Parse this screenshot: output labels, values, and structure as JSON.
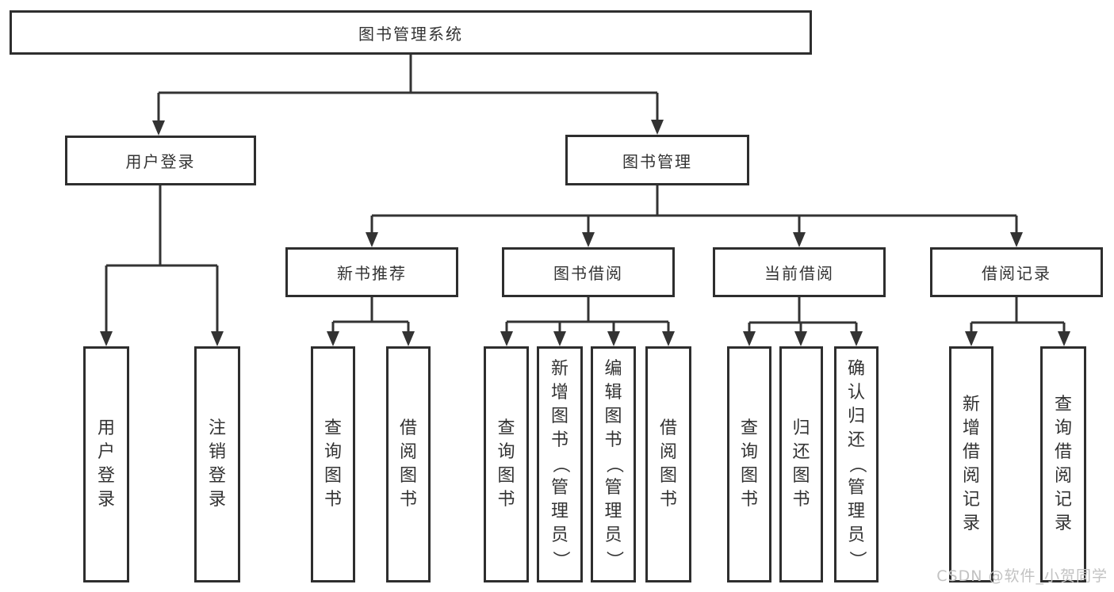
{
  "diagram": {
    "root": {
      "label": "图书管理系统",
      "children": [
        {
          "label": "用户登录",
          "children": [
            {
              "label": "用户登录"
            },
            {
              "label": "注销登录"
            }
          ]
        },
        {
          "label": "图书管理",
          "children": [
            {
              "label": "新书推荐",
              "children": [
                {
                  "label": "查询图书"
                },
                {
                  "label": "借阅图书"
                }
              ]
            },
            {
              "label": "图书借阅",
              "children": [
                {
                  "label": "查询图书"
                },
                {
                  "label": "新增图书（管理员）"
                },
                {
                  "label": "编辑图书（管理员）"
                },
                {
                  "label": "借阅图书"
                }
              ]
            },
            {
              "label": "当前借阅",
              "children": [
                {
                  "label": "查询图书"
                },
                {
                  "label": "归还图书"
                },
                {
                  "label": "确认归还（管理员）"
                }
              ]
            },
            {
              "label": "借阅记录",
              "children": [
                {
                  "label": "新增借阅记录"
                },
                {
                  "label": "查询借阅记录"
                }
              ]
            }
          ]
        }
      ]
    }
  },
  "watermark": {
    "text": "CSDN @软件_小贺同学"
  },
  "colors": {
    "background": "#ffffff",
    "box_border": "#2e2e2e",
    "connector": "#333333",
    "text": "#333333",
    "watermark": "#c2c2c2"
  }
}
